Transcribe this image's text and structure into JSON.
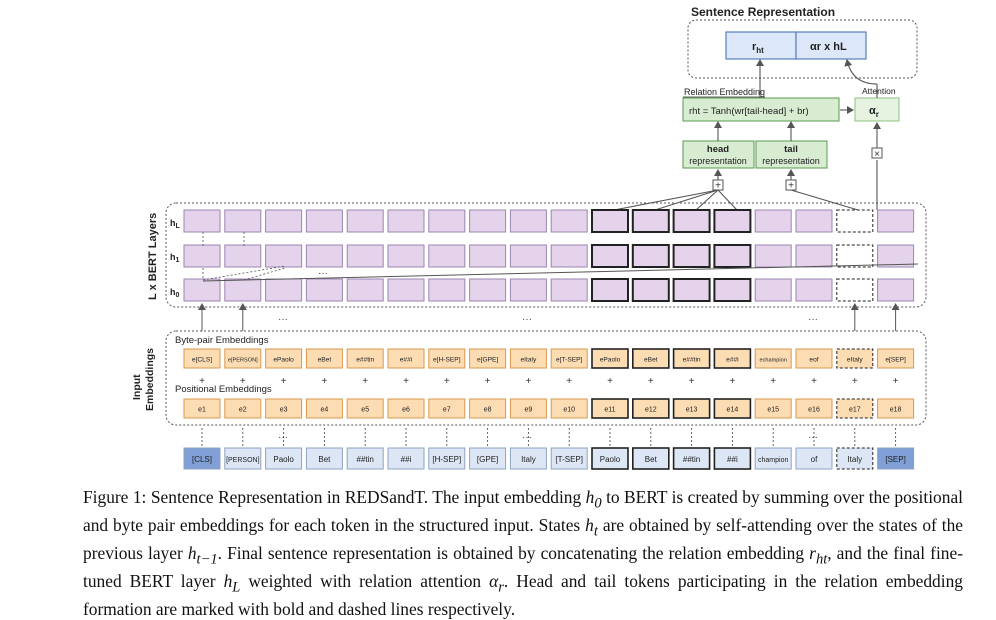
{
  "sentence_representation": {
    "title": "Sentence Representation",
    "cell_left": "r",
    "cell_left_sub": "ht",
    "cell_right": "αr x hL"
  },
  "relation_embedding": {
    "label": "Relation Embedding",
    "formula": "rht = Tanh(wr[tail-head] + br)"
  },
  "attention": {
    "label": "Attention",
    "symbol": "α",
    "symbol_sub": "r"
  },
  "head_box": {
    "line1": "head",
    "line2": "representation"
  },
  "tail_box": {
    "line1": "tail",
    "line2": "representation"
  },
  "bert": {
    "side_label": "L x BERT Layers",
    "rows": [
      {
        "label": "h",
        "sub": "L"
      },
      {
        "label": "h",
        "sub": "1"
      },
      {
        "label": "h",
        "sub": "0"
      }
    ],
    "ellipsis": "···"
  },
  "input_embeddings": {
    "side_label_line1": "Input",
    "side_label_line2": "Embeddings",
    "byte_pair_title": "Byte-pair Embeddings",
    "positional_title": "Positional Embeddings",
    "plus": "+",
    "byte_pair": [
      "e[CLS]",
      "e[PERSON]",
      "ePaolo",
      "eBet",
      "e##tin",
      "e##i",
      "e[H-SEP]",
      "e[GPE]",
      "eItaly",
      "e[T-SEP]",
      "ePaolo",
      "eBet",
      "e##tin",
      "e##i",
      "echampion",
      "eof",
      "eItaly",
      "e[SEP]"
    ],
    "positional": [
      "e1",
      "e2",
      "e3",
      "e4",
      "e5",
      "e6",
      "e7",
      "e8",
      "e9",
      "e10",
      "e11",
      "e12",
      "e13",
      "e14",
      "e15",
      "e16",
      "e17",
      "e18"
    ]
  },
  "tokens": [
    "[CLS]",
    "[PERSON]",
    "Paolo",
    "Bet",
    "##tin",
    "##i",
    "[H-SEP]",
    "[GPE]",
    "Italy",
    "[T-SEP]",
    "Paolo",
    "Bet",
    "##tin",
    "##i",
    "champion",
    "of",
    "Italy",
    "[SEP]"
  ],
  "token_styles": {
    "bold_head": [
      10,
      11,
      12,
      13
    ],
    "dashed_tail": [
      16
    ],
    "emphasized_blue": [
      0,
      17
    ]
  },
  "colors": {
    "bert_cell": "#e4d3ea",
    "bert_cell_border": "#9a86b2",
    "embed_cell": "#fcdcb2",
    "embed_cell_border": "#d89a4e",
    "token_cell": "#dce6f4",
    "token_cell_border": "#8ea3c6",
    "token_blue": "#7f9fd6",
    "green_cell": "#d8ecd2",
    "green_border": "#5a9a4e",
    "sent_cell": "#dce8fa",
    "sent_border": "#557fbf"
  },
  "caption": {
    "label": "Figure 1:",
    "s1a": "Sentence Representation in REDSandT. The input embedding",
    "h0": "h",
    "h0_sub": "0",
    "s1b": "to BERT is created by summing over the positional and byte pair embeddings for each token in the structured input. States",
    "ht": "h",
    "ht_sub": "t",
    "s2": "are obtained by self-attending over the states of the previous layer",
    "htm1": "h",
    "htm1_sub": "t−1",
    "s3": ". Final sentence representation is obtained by concatenating the relation embedding",
    "rht": "r",
    "rht_sub": "ht",
    "s4": ", and the final fine-tuned BERT layer",
    "hL": "h",
    "hL_sub": "L",
    "s5": "weighted with relation attention",
    "ar": "α",
    "ar_sub": "r",
    "s6": ". Head and tail tokens participating in the relation embedding formation are marked with bold and dashed lines respectively."
  }
}
